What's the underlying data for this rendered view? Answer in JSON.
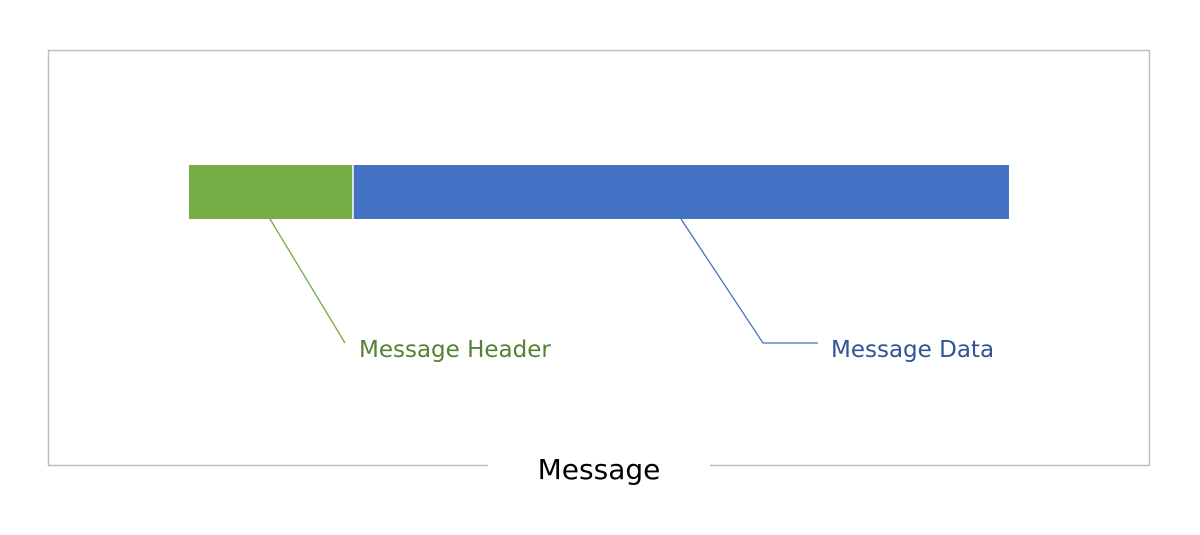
{
  "diagram": {
    "caption": "Message",
    "segments": [
      {
        "id": "header",
        "label": "Message Header",
        "color": "#76ad44"
      },
      {
        "id": "data",
        "label": "Message Data",
        "color": "#4472c4"
      }
    ],
    "frame_color": "#bfbfbf"
  }
}
